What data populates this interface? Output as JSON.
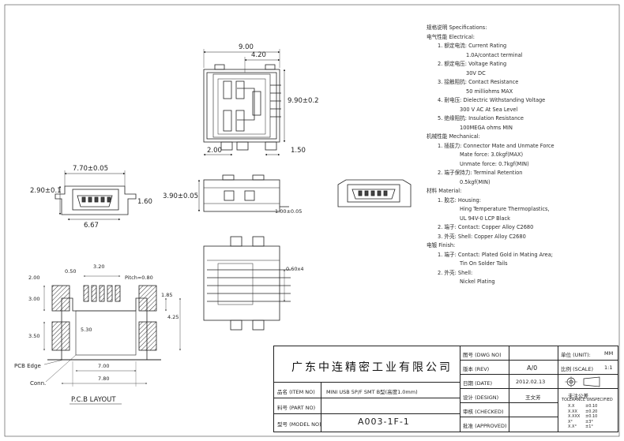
{
  "specs": {
    "title": "规格说明 Specifications:",
    "electrical": {
      "heading": "电气性能 Electrical:",
      "current_label": "1. 额定电流: Current Rating",
      "current_value": "1.0A/contact terminal",
      "voltage_label": "2. 额定电压: Voltage Rating",
      "voltage_value": "30V DC",
      "contact_label": "3. 接触阻抗: Contact Resistance",
      "contact_value": "50 milliohms MAX",
      "dielectric_label": "4. 耐电压: Dielectric Withstanding Voltage",
      "dielectric_value": "300 V AC At Sea Level",
      "insulation_label": "5. 绝缘阻抗: Insulation Resistance",
      "insulation_value": "100MEGA ohms MIN"
    },
    "mechanical": {
      "heading": "机械性能 Mechanical:",
      "force_label": "1. 插拔力: Connector Mate and Unmate Force",
      "mate_force": "Mate force: 3.0kgf(MAX)",
      "unmate_force": "Unmate force: 0.7kgf(MIN)",
      "retention_label": "2. 端子保持力: Terminal Retention",
      "retention_value": "0.5kgf(MIN)"
    },
    "material": {
      "heading": "材料 Material:",
      "housing_label": "1. 胶芯: Housing:",
      "housing_1": "Hing Temperature Thermoplastics,",
      "housing_2": "UL 94V-0 LCP Black",
      "contact": "2. 端子: Contact: Copper Alloy C2680",
      "shell": "3. 外壳: Shell: Copper Alloy C2680"
    },
    "finish": {
      "heading": "电镀 Finish:",
      "contact_label": "1. 端子: Contact: Plated Gold in Mating Area;",
      "contact_value": "Tin On Solder Tails",
      "shell_label": "2. 外壳: Shell:",
      "shell_value": "Nickel Plating"
    }
  },
  "dims": {
    "top_width": "9.00",
    "top_inner": "4.20",
    "top_height": "9.90±0.2",
    "bottom_left": "2.00",
    "bottom_right": "1.50",
    "front_width": "7.70±0.05",
    "front_height": "2.90±0.1",
    "front_right": "1.60",
    "front_bottom": "6.67",
    "side_height": "3.90±0.05",
    "side_offset": "1.00±0.05",
    "pin_size": "0.60x4",
    "pcb_320": "3.20",
    "pcb_050": "0.50",
    "pcb_pitch": "Pitch=0.80",
    "pcb_200": "2.00",
    "pcb_300": "3.00",
    "pcb_185": "1.85",
    "pcb_425": "4.25",
    "pcb_530": "5.30",
    "pcb_350": "3.50",
    "pcb_700": "7.00",
    "pcb_780": "7.80"
  },
  "labels": {
    "pcb_edge": "PCB Edge",
    "conn": "Conn.",
    "pcb_layout": "P.C.B LAYOUT"
  },
  "title_block": {
    "company": "广东中连精密工业有限公司",
    "dwg_no_label": "图号  (DWG NO)",
    "unit_label": "单位  (UNIT):",
    "unit_value": "MM",
    "rev_label": "版本  (REV)",
    "rev_value": "A/0",
    "scale_label": "比例  (SCALE)",
    "scale_value": "1:1",
    "date_label": "日期  (DATE)",
    "date_value": "2012.02.13",
    "design_label": "设计  (DESIGN)",
    "design_value": "王文芳",
    "checked_label": "审核  (CHECKED)",
    "approved_label": "批准  (APPROVED)",
    "item_label": "品名  (ITEM NO)",
    "item_value": "MINI USB 5P/F SMT B型(高度1.0mm)",
    "part_label": "料号  (PART NO)",
    "model_label": "型号  (MODEL NO)",
    "model_value": "A003-1F-1",
    "tolerance_title": "未注公差",
    "tolerance_sub": "TOLERANCE UNSPECIFIED",
    "tol_rows": [
      {
        "k": "X.X",
        "v": "±0.10"
      },
      {
        "k": "X.XX",
        "v": "±0.20"
      },
      {
        "k": "X.XXX",
        "v": "±0.10"
      },
      {
        "k": "X°",
        "v": "±3°"
      },
      {
        "k": "X.X°",
        "v": "±1°"
      }
    ]
  }
}
